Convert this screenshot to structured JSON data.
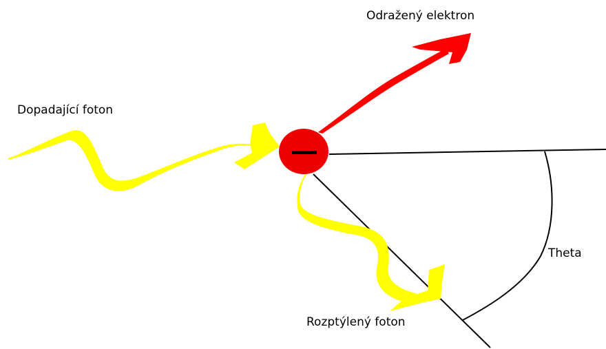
{
  "labels": {
    "incoming_photon": "Dopadající foton",
    "recoil_electron": "Odražený elektron",
    "scattered_photon": "Rozptýlený foton",
    "angle": "Theta"
  },
  "electron": {
    "charge_symbol": "−"
  },
  "colors": {
    "photon": "#ffff00",
    "electron": "#ee0000",
    "recoil_arrow": "#ff0000",
    "line": "#000000",
    "background": "#ffffff"
  }
}
